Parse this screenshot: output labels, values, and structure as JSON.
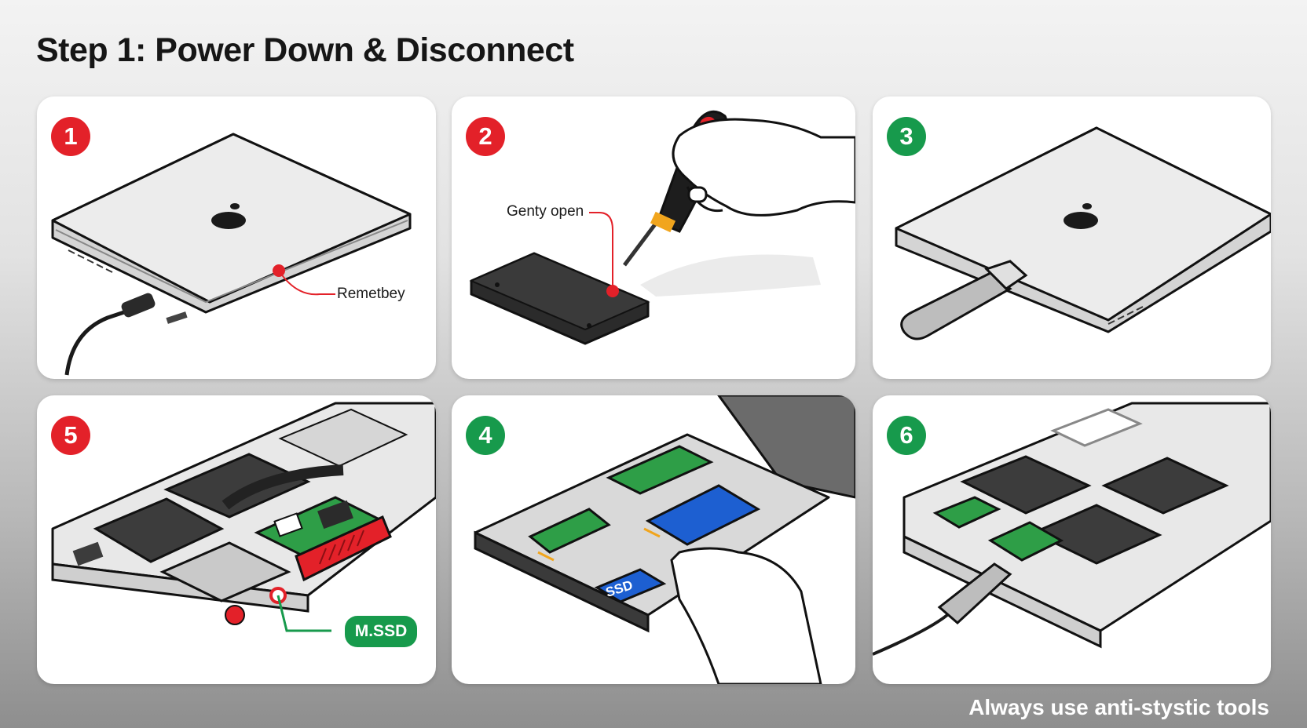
{
  "title": "Step 1: Power Down & Disconnect",
  "panels": [
    {
      "badge": "1",
      "callout": "Remetbey"
    },
    {
      "badge": "2",
      "callout": "Genty open"
    },
    {
      "badge": "3"
    },
    {
      "badge": "5",
      "callout": "M.SSD"
    },
    {
      "badge": "4",
      "ssd_label": "SSD"
    },
    {
      "badge": "6"
    }
  ],
  "footer": "Always use anti-stystic tools",
  "colors": {
    "accent_red": "#e32129",
    "accent_green": "#179a4c",
    "ssd_blue": "#1d5fd1",
    "board_green": "#2e9e47"
  },
  "icons": [
    "apple-logo-icon",
    "screwdriver-icon",
    "hand-icon",
    "pry-tool-icon",
    "cable-icon"
  ]
}
